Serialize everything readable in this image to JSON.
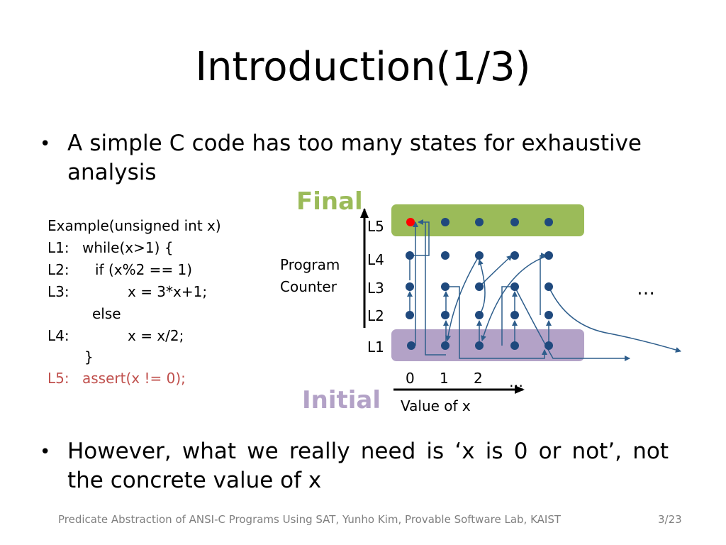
{
  "slide": {
    "title": "Introduction(1/3)",
    "bullets": [
      "A simple C code has too many states for exhaustive analysis",
      "However, what we really need is ‘x is 0 or not’, not the concrete value of x"
    ],
    "code": {
      "header": "Example(unsigned int x)",
      "lines": [
        {
          "label": "L1:",
          "code": "while(x>1) {"
        },
        {
          "label": "L2:",
          "code": "if (x%2 == 1)"
        },
        {
          "label": "L3:",
          "code": "x = 3*x+1;"
        },
        {
          "label": "",
          "code": "else"
        },
        {
          "label": "L4:",
          "code": "x = x/2;"
        },
        {
          "label": "",
          "code": "}"
        },
        {
          "label": "L5:",
          "code": "assert(x != 0);"
        }
      ]
    },
    "diagram": {
      "final_label": "Final",
      "initial_label": "Initial",
      "y_axis_label_line1": "Program",
      "y_axis_label_line2": "Counter",
      "x_axis_label": "Value of x",
      "row_labels": [
        "L5",
        "L4",
        "L3",
        "L2",
        "L1"
      ],
      "x_ticks": [
        "0",
        "1",
        "2",
        "…"
      ],
      "ellipsis": "…",
      "colors": {
        "final_band": "#9bbb59",
        "initial_band": "#b3a2c7",
        "node": "#1f497d",
        "error_node": "#ff0000",
        "arrow": "#2e5e8c"
      }
    },
    "footer": {
      "text": "Predicate Abstraction of ANSI-C Programs Using SAT, Yunho Kim, Provable Software Lab, KAIST",
      "page": "3/23"
    }
  }
}
